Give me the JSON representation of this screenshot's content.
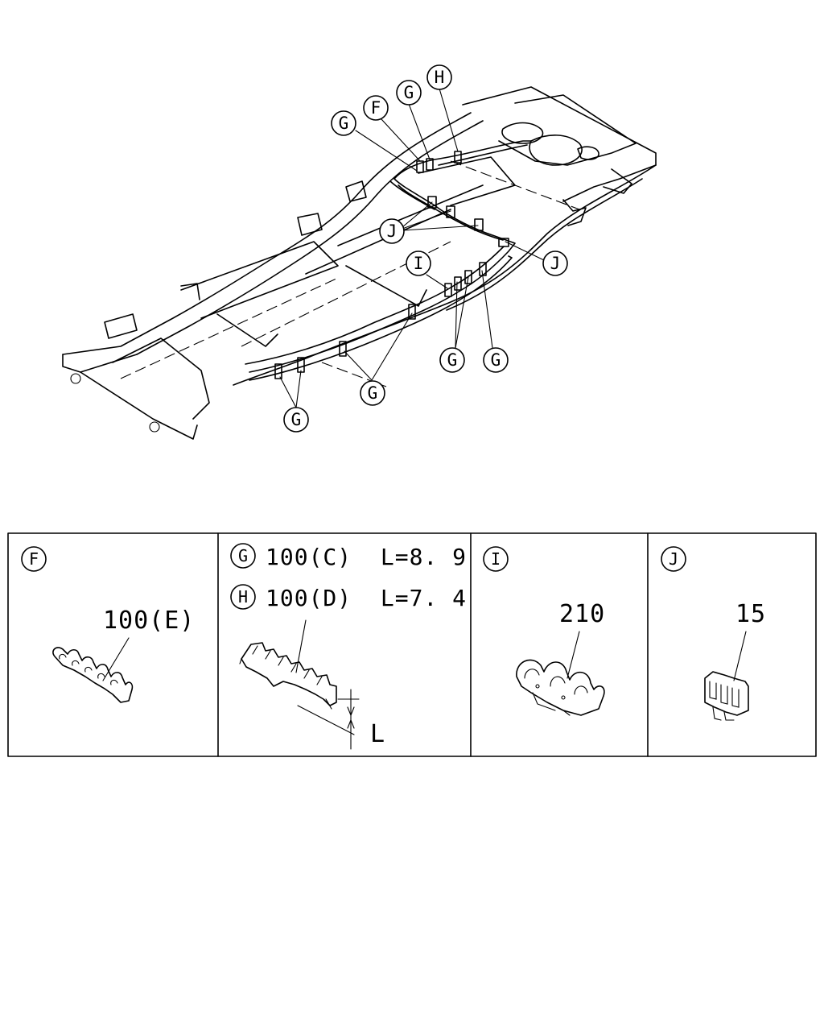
{
  "diagram": {
    "callouts": [
      "H",
      "G",
      "F",
      "G",
      "J",
      "J",
      "I",
      "G",
      "G",
      "G",
      "G"
    ],
    "panels": [
      {
        "letter": "F",
        "part_number": "100(E)"
      },
      {
        "spec_rows": [
          {
            "letter": "G",
            "text": "100(C)  L=8. 9"
          },
          {
            "letter": "H",
            "text": "100(D)  L=7. 4"
          }
        ],
        "dimension_label": "L"
      },
      {
        "letter": "I",
        "part_number": "210"
      },
      {
        "letter": "J",
        "part_number": "15"
      }
    ]
  }
}
